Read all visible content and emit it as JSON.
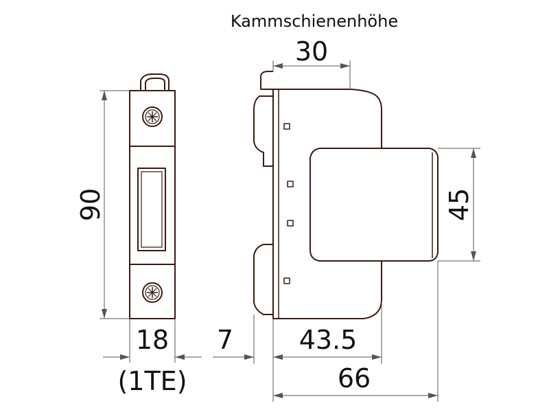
{
  "title": "Kammschienenhöhe",
  "dimensions": {
    "height_front": "90",
    "width_front": "18",
    "width_units": "(1TE)",
    "comb_busbar_height": "30",
    "cap_height": "45",
    "offset": "7",
    "depth_body": "43.5",
    "depth_total": "66"
  },
  "colors": {
    "outline": "#3a1a10",
    "dimension_line": "#555555",
    "text": "#111111"
  }
}
